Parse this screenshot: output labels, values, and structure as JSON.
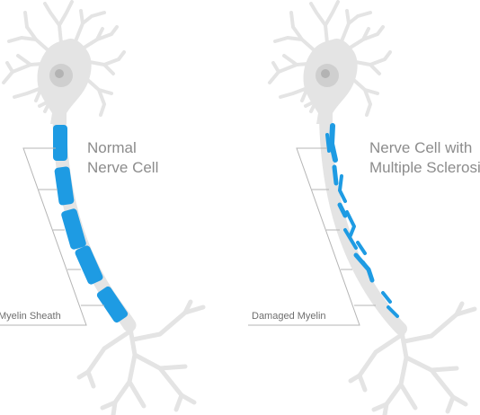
{
  "colors": {
    "myelin": "#1e9be3",
    "cell": "#e4e4e4",
    "nucleus_outer": "#cfcfcf",
    "nucleus_inner": "#b3b3b3",
    "text": "#8c8c8c",
    "leader": "#b5b5b5"
  },
  "left_panel": {
    "title_line1": "Normal",
    "title_line2": "Nerve Cell",
    "label": "Myelin Sheath"
  },
  "right_panel": {
    "title_line1": "Nerve Cell with",
    "title_line2": "Multiple Sclerosis",
    "label": "Damaged Myelin"
  },
  "icons": {
    "soma": "neuron-cell-body-icon",
    "dendrite": "dendrite-branch-icon",
    "axon": "axon-icon",
    "terminal": "axon-terminal-icon"
  }
}
